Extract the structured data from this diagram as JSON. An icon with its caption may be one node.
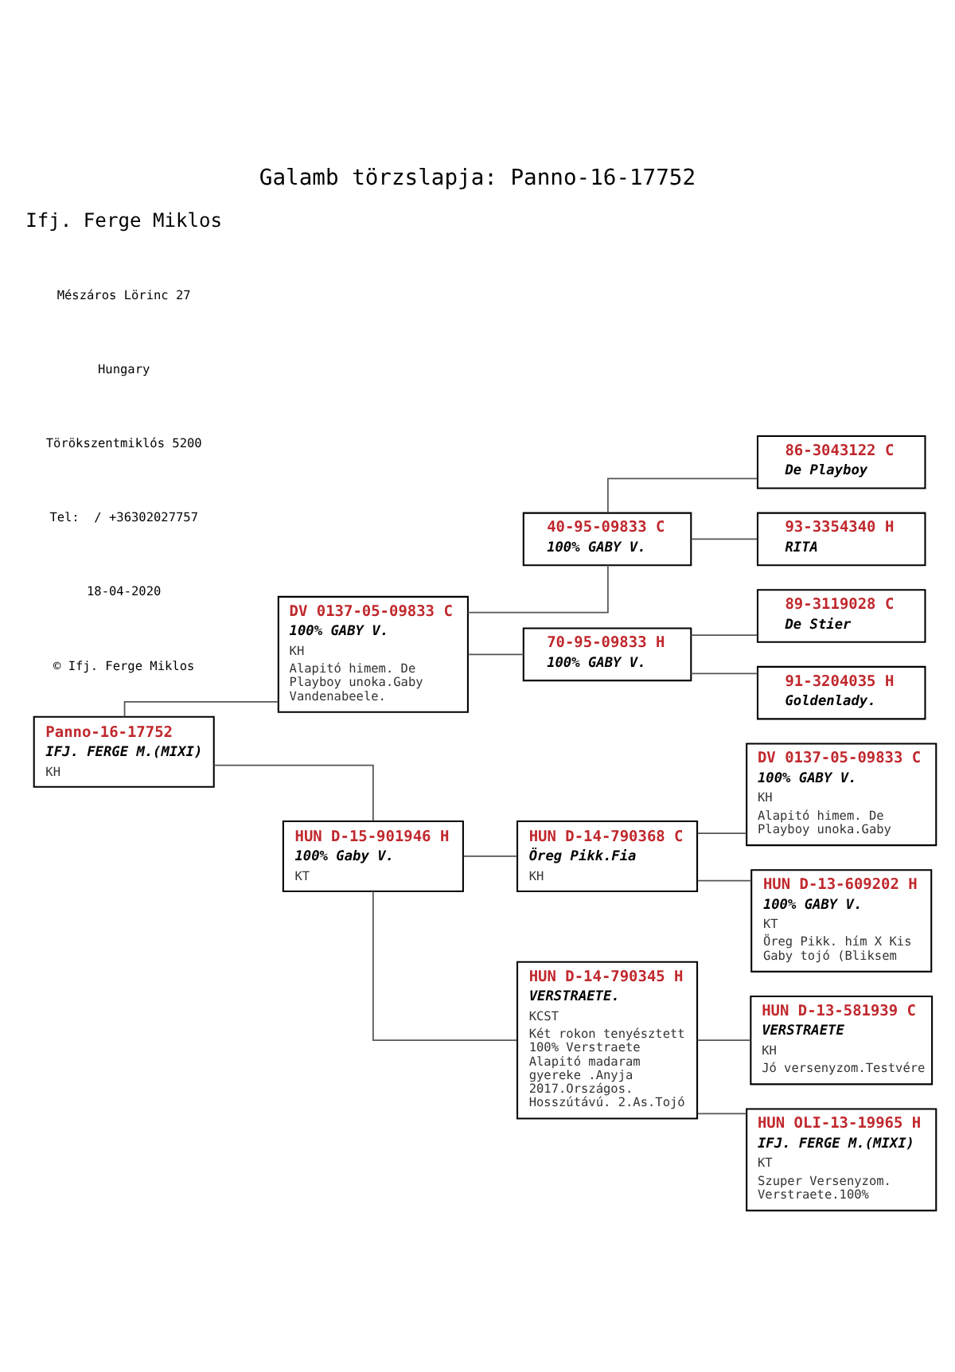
{
  "diagram": {
    "title": "Galamb törzslapja: Panno-16-17752",
    "nodes": [
      {
        "text": [
          "Panno-16-17752",
          "IFJ. FERGE M.(MIXI)",
          "KH"
        ]
      },
      {
        "text": [
          "DV 0137-05-09833 C",
          "100% GABY V.",
          "KH",
          "Alapitó himem. De Playboy unoka.Gaby Vandenabeele."
        ]
      },
      {
        "text": [
          "HUN D-15-901946 H",
          "100% Gaby V.",
          "KT"
        ]
      },
      {
        "text": [
          "40-95-09833 C",
          "100% GABY V."
        ]
      },
      {
        "text": [
          "70-95-09833 H",
          "100% GABY V."
        ]
      },
      {
        "text": [
          "HUN D-14-790368 C",
          "Öreg Pikk.Fia",
          "KH"
        ]
      },
      {
        "text": [
          "HUN D-14-790345 H",
          "VERSTRAETE.",
          "KCST",
          "Két rokon tenyésztett 100% Verstraete Alapitó madaram gyereke .Anyja 2017.Országos. Hosszútávú. 2.As.Tojó"
        ]
      },
      {
        "text": [
          "86-3043122 C",
          "De Playboy"
        ]
      },
      {
        "text": [
          "93-3354340 H",
          "RITA"
        ]
      },
      {
        "text": [
          "89-3119028 C",
          "De Stier"
        ]
      },
      {
        "text": [
          "91-3204035 H",
          "Goldenlady."
        ]
      },
      {
        "text": [
          "DV 0137-05-09833 C",
          "100% GABY V.",
          "KH",
          "Alapitó himem. De Playboy unoka.Gaby"
        ]
      },
      {
        "text": [
          "HUN D-13-609202 H",
          "100% GABY V.",
          "KT",
          "Öreg Pikk. hím X Kis Gaby tojó (Bliksem"
        ]
      },
      {
        "text": [
          "HUN D-13-581939 C",
          "VERSTRAETE",
          "KH",
          "Jó versenyzom.Testvére"
        ]
      },
      {
        "text": [
          "HUN OLI-13-19965 H",
          "IFJ. FERGE M.(MIXI)",
          "KT",
          "Szuper Versenyzom. Verstraete.100%"
        ]
      }
    ],
    "edges": [
      {
        "from": 0,
        "to": 1,
        "arrow": "none"
      },
      {
        "from": 0,
        "to": 2,
        "arrow": "none"
      },
      {
        "from": 1,
        "to": 3,
        "arrow": "none"
      },
      {
        "from": 1,
        "to": 4,
        "arrow": "none"
      },
      {
        "from": 2,
        "to": 5,
        "arrow": "none"
      },
      {
        "from": 2,
        "to": 6,
        "arrow": "none"
      },
      {
        "from": 3,
        "to": 7,
        "arrow": "none"
      },
      {
        "from": 3,
        "to": 8,
        "arrow": "none"
      },
      {
        "from": 4,
        "to": 9,
        "arrow": "none"
      },
      {
        "from": 4,
        "to": 10,
        "arrow": "none"
      },
      {
        "from": 5,
        "to": 11,
        "arrow": "none"
      },
      {
        "from": 5,
        "to": 12,
        "arrow": "none"
      },
      {
        "from": 6,
        "to": 13,
        "arrow": "none"
      },
      {
        "from": 6,
        "to": 14,
        "arrow": "none"
      }
    ],
    "labels": [
      "Ifj. Ferge Miklos",
      "Mészáros Lörinc 27",
      "Hungary",
      "Törökszentmiklós 5200",
      "Tel:  / +36302027757",
      "18-04-2020",
      "© Ifj. Ferge Miklos"
    ]
  }
}
